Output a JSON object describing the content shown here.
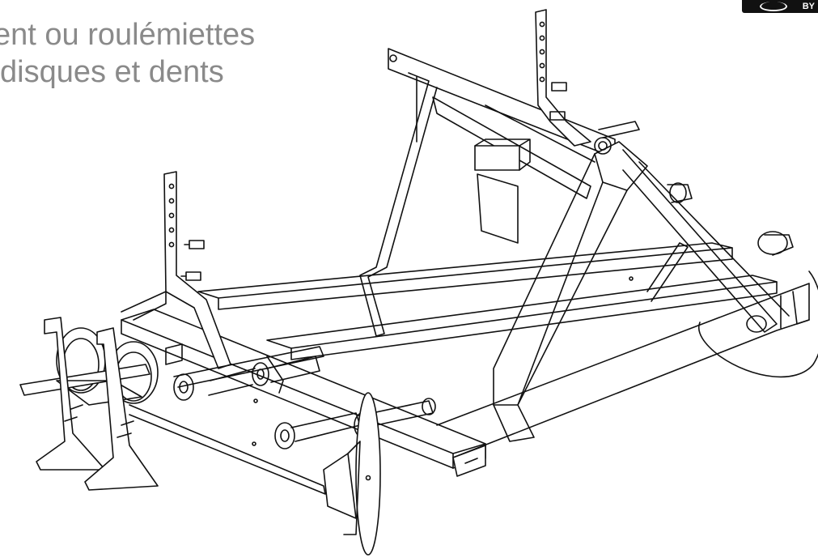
{
  "title": {
    "line1": "ent ou roulémiettes",
    "line2": "disques et dents"
  },
  "badge": {
    "text": "BY",
    "color": "#111111"
  },
  "drawing": {
    "subject": "agricultural-frame-implement",
    "line_color": "#111111",
    "background": "#ffffff"
  }
}
